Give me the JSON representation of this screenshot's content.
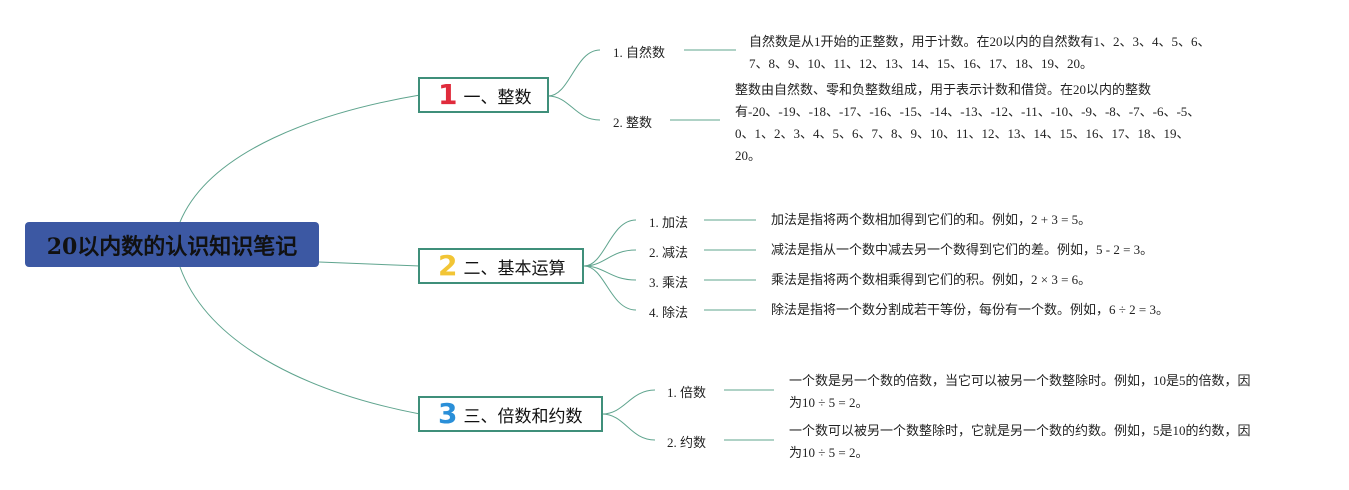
{
  "root": {
    "title": "20以内数的认识知识笔记"
  },
  "topics": [
    {
      "number": "1",
      "label": "一、整数",
      "items": [
        {
          "label": "1. 自然数",
          "desc": "自然数是从1开始的正整数，用于计数。在20以内的自然数有1、2、3、4、5、6、\n7、8、9、10、11、12、13、14、15、16、17、18、19、20。"
        },
        {
          "label": "2. 整数",
          "desc": "整数由自然数、零和负整数组成，用于表示计数和借贷。在20以内的整数\n有-20、-19、-18、-17、-16、-15、-14、-13、-12、-11、-10、-9、-8、-7、-6、-5、\n0、1、2、3、4、5、6、7、8、9、10、11、12、13、14、15、16、17、18、19、\n20。"
        }
      ]
    },
    {
      "number": "2",
      "label": "二、基本运算",
      "items": [
        {
          "label": "1. 加法",
          "desc": "加法是指将两个数相加得到它们的和。例如，2 + 3 = 5。"
        },
        {
          "label": "2. 减法",
          "desc": "减法是指从一个数中减去另一个数得到它们的差。例如，5 - 2 = 3。"
        },
        {
          "label": "3. 乘法",
          "desc": "乘法是指将两个数相乘得到它们的积。例如，2 × 3 = 6。"
        },
        {
          "label": "4. 除法",
          "desc": "除法是指将一个数分割成若干等份，每份有一个数。例如，6 ÷ 2 = 3。"
        }
      ]
    },
    {
      "number": "3",
      "label": "三、倍数和约数",
      "items": [
        {
          "label": "1. 倍数",
          "desc": "一个数是另一个数的倍数，当它可以被另一个数整除时。例如，10是5的倍数，因\n为10 ÷ 5 = 2。"
        },
        {
          "label": "2. 约数",
          "desc": "一个数可以被另一个数整除时，它就是另一个数的约数。例如，5是10的约数，因\n为10 ÷ 5 = 2。"
        }
      ]
    }
  ],
  "colors": {
    "root_bg": "#3c58a3",
    "topic_border": "#3f8f7a",
    "line": "#5fa48e",
    "num1": "#e02b3c",
    "num2": "#f2c535",
    "num3": "#2a8fd8"
  }
}
